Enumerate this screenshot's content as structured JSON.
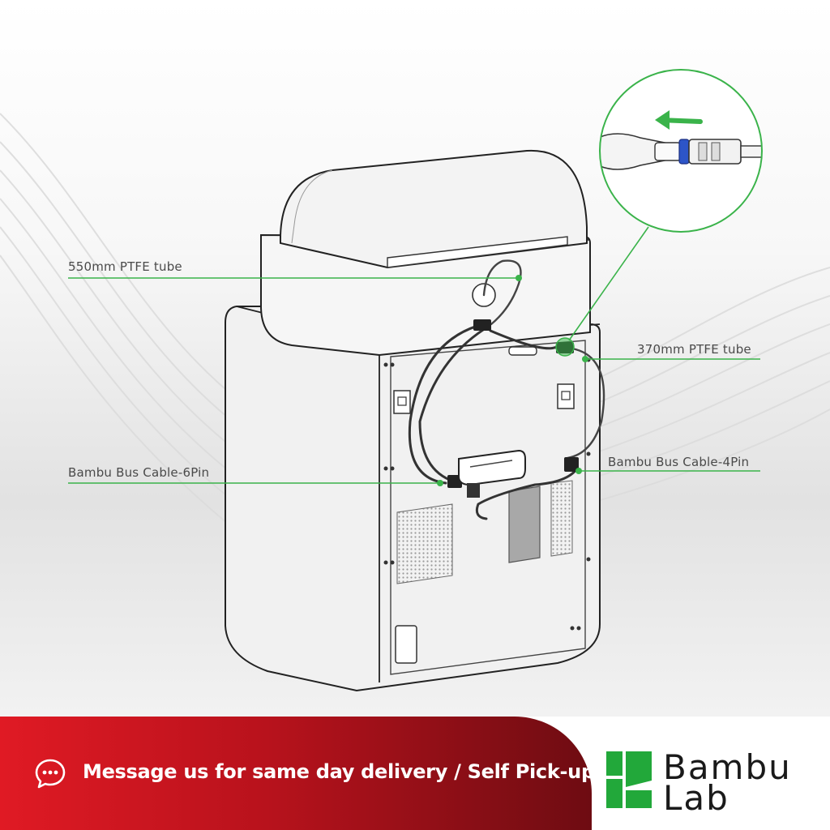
{
  "callouts": {
    "ptfe_550": "550mm PTFE tube",
    "ptfe_370": "370mm PTFE tube",
    "bus_6pin": "Bambu Bus Cable-6Pin",
    "bus_4pin": "Bambu Bus Cable-4Pin"
  },
  "banner": {
    "message": "Message us for same day delivery / Self Pick-up",
    "icon": "chat-bubble-icon"
  },
  "brand": {
    "word_line1": "Bambu",
    "word_line2": "Lab",
    "mark_icon": "bambu-lab-logo-icon"
  },
  "colors": {
    "accent_green": "#3ab34a",
    "banner_red": "#e01a24",
    "banner_dark": "#6e0c12",
    "brand_green": "#22a83a"
  }
}
